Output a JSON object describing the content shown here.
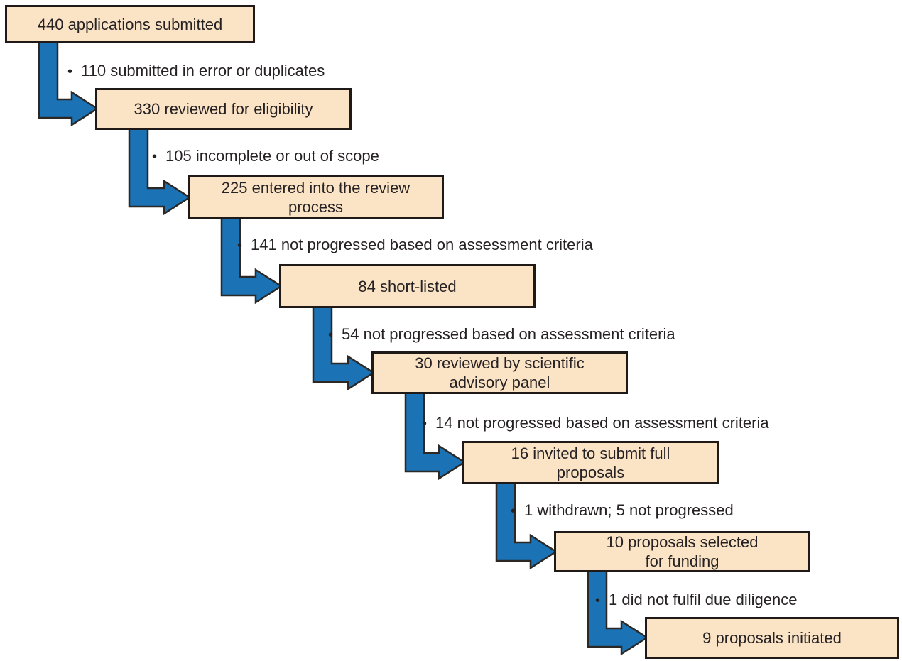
{
  "colors": {
    "background": "#FFFFFF",
    "box-fill": "#FBE3C6",
    "box-border": "#1F1A17",
    "arrow-fill": "#1B72B5",
    "arrow-outline": "#2B2826",
    "text": "#262223"
  },
  "flow": {
    "bullet_marker": "•",
    "stages": [
      {
        "count": 440,
        "label": "440 applications submitted"
      },
      {
        "count": 330,
        "label": "330 reviewed for eligibility",
        "note": "110 submitted in error or duplicates"
      },
      {
        "count": 225,
        "label": "225 entered into the review\nprocess",
        "note": "105 incomplete or out of scope"
      },
      {
        "count": 84,
        "label": "84 short-listed",
        "note": "141 not progressed based on assessment criteria"
      },
      {
        "count": 30,
        "label": "30 reviewed by scientific\nadvisory panel",
        "note": "54 not progressed based on assessment criteria"
      },
      {
        "count": 16,
        "label": "16 invited to submit full\nproposals",
        "note": "14 not progressed based on assessment criteria"
      },
      {
        "count": 10,
        "label": "10 proposals selected\nfor funding",
        "note": "1 withdrawn; 5 not progressed"
      },
      {
        "count": 9,
        "label": "9 proposals initiated",
        "note": "1 did not fulfil due diligence"
      }
    ]
  }
}
